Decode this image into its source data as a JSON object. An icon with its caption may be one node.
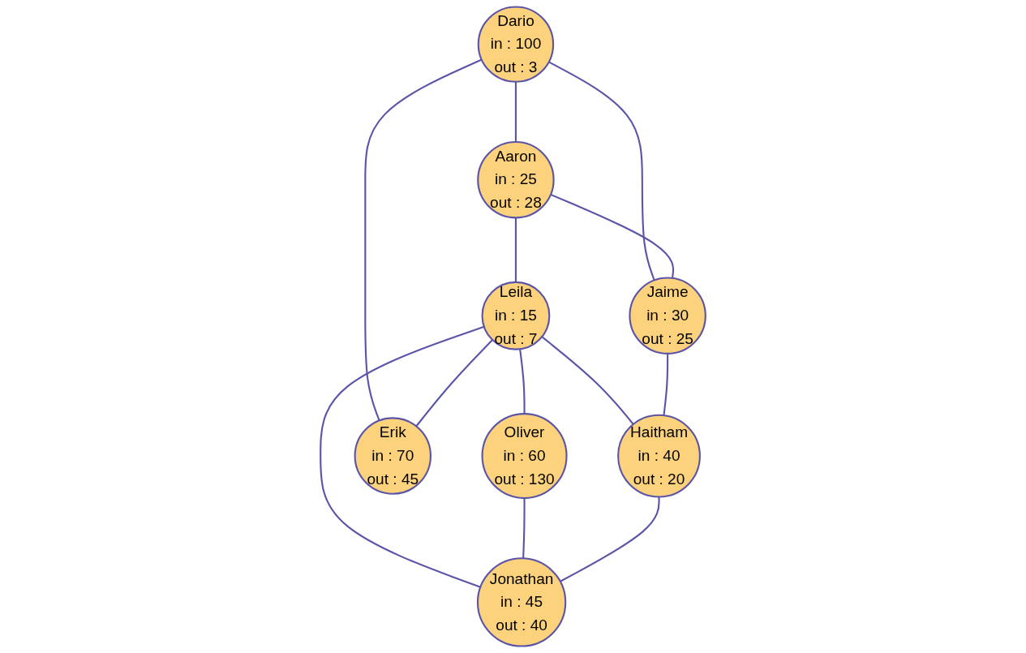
{
  "diagram": {
    "nodes": [
      {
        "text": [
          "Dario",
          "in : 100",
          "out : 3"
        ]
      },
      {
        "text": [
          "Aaron",
          "in : 25",
          "out : 28"
        ]
      },
      {
        "text": [
          "Leila",
          "in : 15",
          "out : 7"
        ]
      },
      {
        "text": [
          "Oliver",
          "in : 60",
          "out : 130"
        ]
      },
      {
        "text": [
          "Jaime",
          "in : 30",
          "out : 25"
        ]
      },
      {
        "text": [
          "Erik",
          "in : 70",
          "out : 45"
        ]
      },
      {
        "text": [
          "Haitham",
          "in : 40",
          "out : 20"
        ]
      },
      {
        "text": [
          "Jonathan",
          "in : 45",
          "out : 40"
        ]
      }
    ],
    "edges": [
      {
        "from": 0,
        "to": 1,
        "arrow": "none"
      },
      {
        "from": 1,
        "to": 2,
        "arrow": "none"
      },
      {
        "from": 2,
        "to": 3,
        "arrow": "none"
      },
      {
        "from": 0,
        "to": 4,
        "arrow": "none"
      },
      {
        "from": 0,
        "to": 5,
        "arrow": "none"
      },
      {
        "from": 1,
        "to": 4,
        "arrow": "none"
      },
      {
        "from": 2,
        "to": 5,
        "arrow": "none"
      },
      {
        "from": 2,
        "to": 6,
        "arrow": "none"
      },
      {
        "from": 2,
        "to": 7,
        "arrow": "none"
      },
      {
        "from": 3,
        "to": 7,
        "arrow": "none"
      },
      {
        "from": 6,
        "to": 7,
        "arrow": "none"
      },
      {
        "from": 4,
        "to": 6,
        "arrow": "none"
      }
    ]
  }
}
